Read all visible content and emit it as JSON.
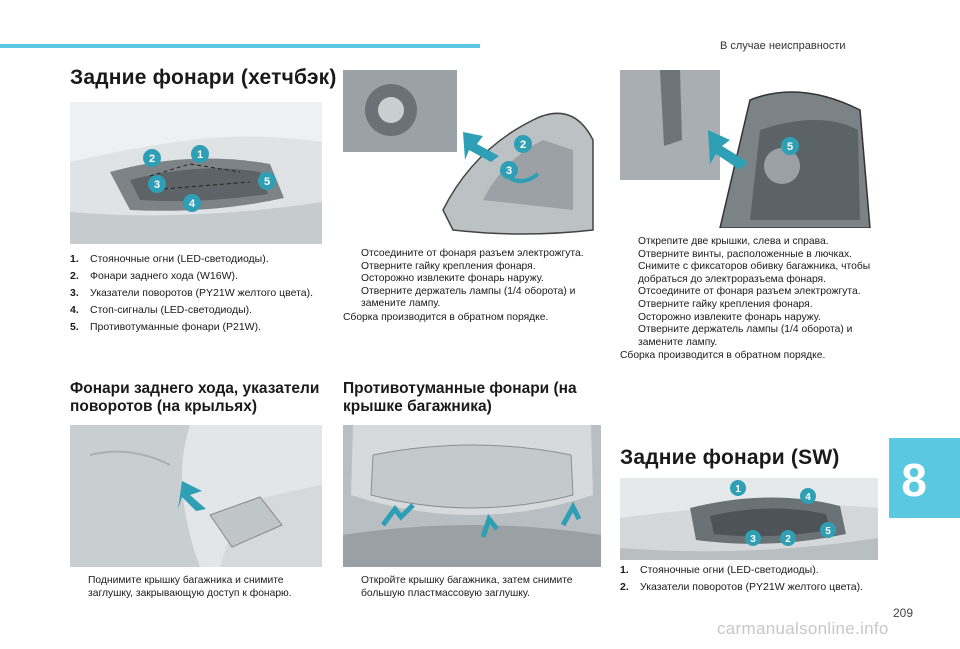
{
  "header": {
    "section_title": "В случае неисправности"
  },
  "col1": {
    "title": "Задние фонари (хетчбэк)",
    "figure": {
      "callouts": [
        "1",
        "2",
        "3",
        "4",
        "5"
      ]
    },
    "items": [
      {
        "num": "1.",
        "text": "Стояночные огни (LED-светодиоды)."
      },
      {
        "num": "2.",
        "text": "Фонари заднего хода (W16W)."
      },
      {
        "num": "3.",
        "text": "Указатели поворотов (PY21W желтого цвета)."
      },
      {
        "num": "4.",
        "text": "Стоп-сигналы (LED-светодиоды)."
      },
      {
        "num": "5.",
        "text": "Противотуманные фонари (P21W)."
      }
    ],
    "subtitle_line1": "Фонари заднего хода, указатели",
    "subtitle_line2": "поворотов (на крыльях)",
    "bottom_bullet_line1": "Поднимите крышку багажника и снимите",
    "bottom_bullet_line2": "заглушку, закрывающую доступ к фонарю."
  },
  "col2": {
    "figure": {
      "callouts": [
        "2",
        "3"
      ]
    },
    "bullets": [
      {
        "lines": [
          "Отсоедините от фонаря разъем электрожгута."
        ]
      },
      {
        "lines": [
          "Отверните гайку крепления фонаря."
        ]
      },
      {
        "lines": [
          "Осторожно извлеките фонарь наружу."
        ]
      },
      {
        "lines": [
          "Отверните держатель лампы (1/4 оборота) и",
          "замените лампу."
        ]
      }
    ],
    "note": "Сборка производится в обратном порядке.",
    "subtitle_line1": "Противотуманные фонари (на",
    "subtitle_line2": "крышке багажника)",
    "bottom_bullet_line1": "Откройте крышку багажника, затем снимите",
    "bottom_bullet_line2": "большую пластмассовую заглушку."
  },
  "col3": {
    "figure": {
      "callouts": [
        "5"
      ]
    },
    "bullets": [
      {
        "lines": [
          "Открепите две крышки, слева и справа."
        ]
      },
      {
        "lines": [
          "Отверните винты, расположенные в лючках."
        ]
      },
      {
        "lines": [
          "Снимите с фиксаторов обивку багажника, чтобы",
          "добраться до электроразъема фонаря."
        ]
      },
      {
        "lines": [
          "Отсоедините от фонаря разъем электрожгута."
        ]
      },
      {
        "lines": [
          "Отверните гайку крепления фонаря."
        ]
      },
      {
        "lines": [
          "Осторожно извлеките фонарь наружу."
        ]
      },
      {
        "lines": [
          "Отверните держатель лампы (1/4 оборота) и",
          "замените лампу."
        ]
      }
    ],
    "note": "Сборка производится в обратном порядке.",
    "title": "Задние фонари (SW)",
    "figure2": {
      "callouts": [
        "1",
        "4",
        "5",
        "3",
        "2"
      ]
    },
    "items": [
      {
        "num": "1.",
        "text": "Стояночные огни (LED-светодиоды)."
      },
      {
        "num": "2.",
        "text": "Указатели поворотов (PY21W желтого цвета)."
      }
    ]
  },
  "bullet_symbol": "",
  "chapter_number": "8",
  "page_number": "209",
  "watermark": "carmanualsonline.info",
  "colors": {
    "accent": "#5ac8e0",
    "callout": "#2f9fb5"
  }
}
